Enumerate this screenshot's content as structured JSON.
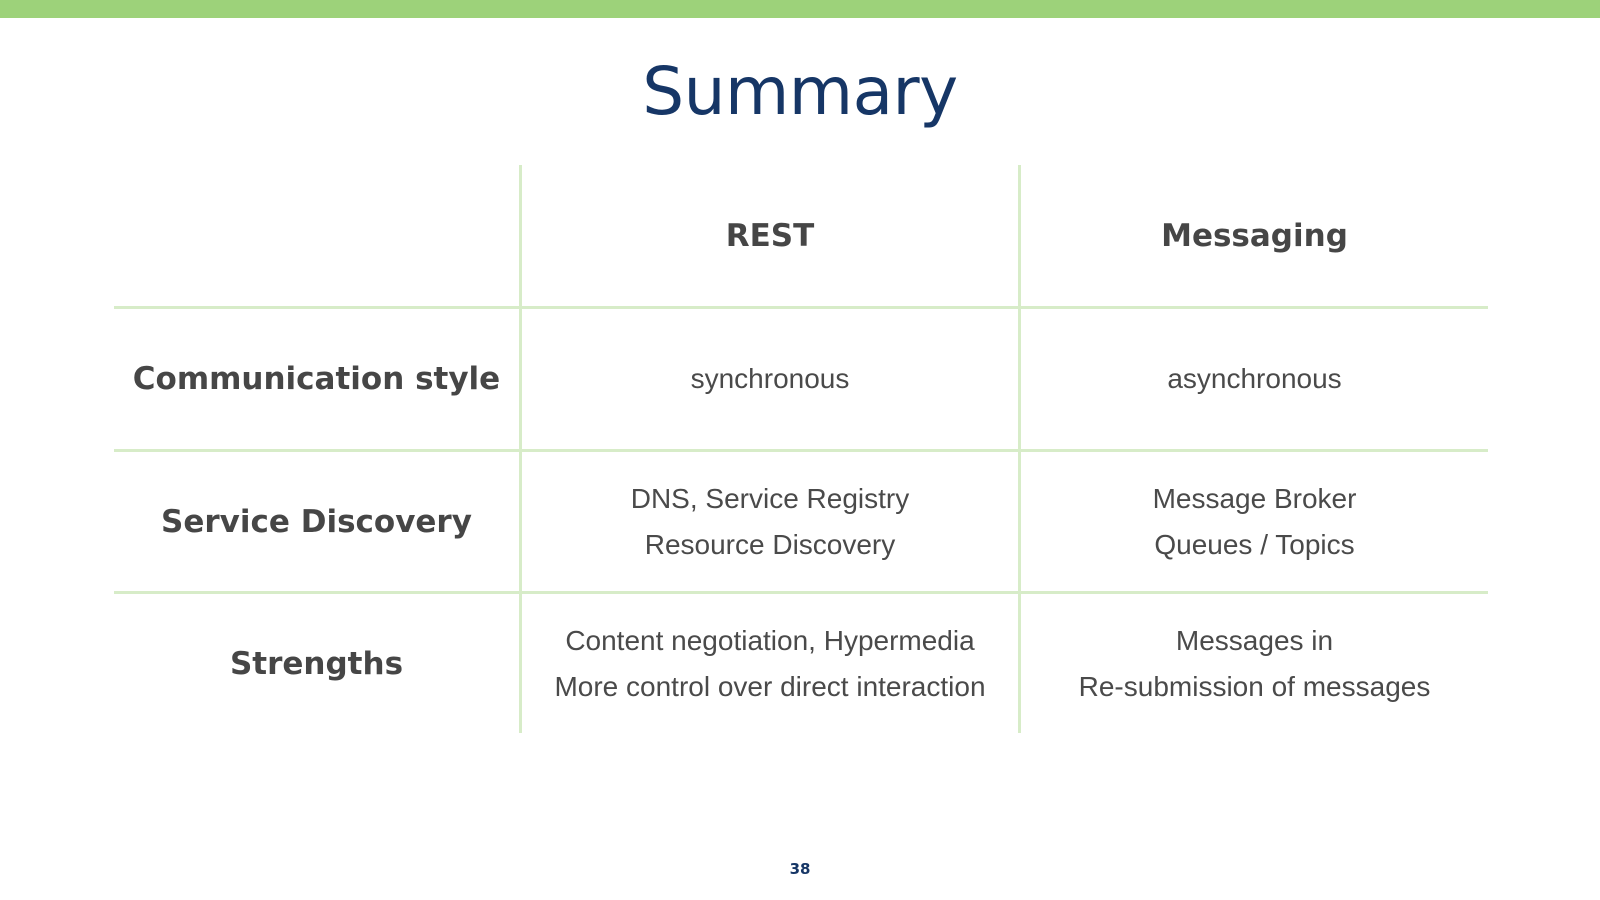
{
  "slide": {
    "title": "Summary",
    "page_number": "38",
    "accent_color": "#9dd27a",
    "title_color": "#163666",
    "grid_line_color": "#d7ecc8"
  },
  "table": {
    "columns": [
      "",
      "REST",
      "Messaging"
    ],
    "rows": [
      {
        "label": "Communication style",
        "rest": [
          "synchronous"
        ],
        "messaging": [
          "asynchronous"
        ]
      },
      {
        "label": "Service Discovery",
        "rest": [
          "DNS, Service Registry",
          "Resource Discovery"
        ],
        "messaging": [
          "Message Broker",
          "Queues / Topics"
        ]
      },
      {
        "label": "Strengths",
        "rest": [
          "Content negotiation, Hypermedia",
          "More control over direct interaction"
        ],
        "messaging": [
          "Messages in",
          "Re-submission of messages"
        ]
      }
    ]
  }
}
